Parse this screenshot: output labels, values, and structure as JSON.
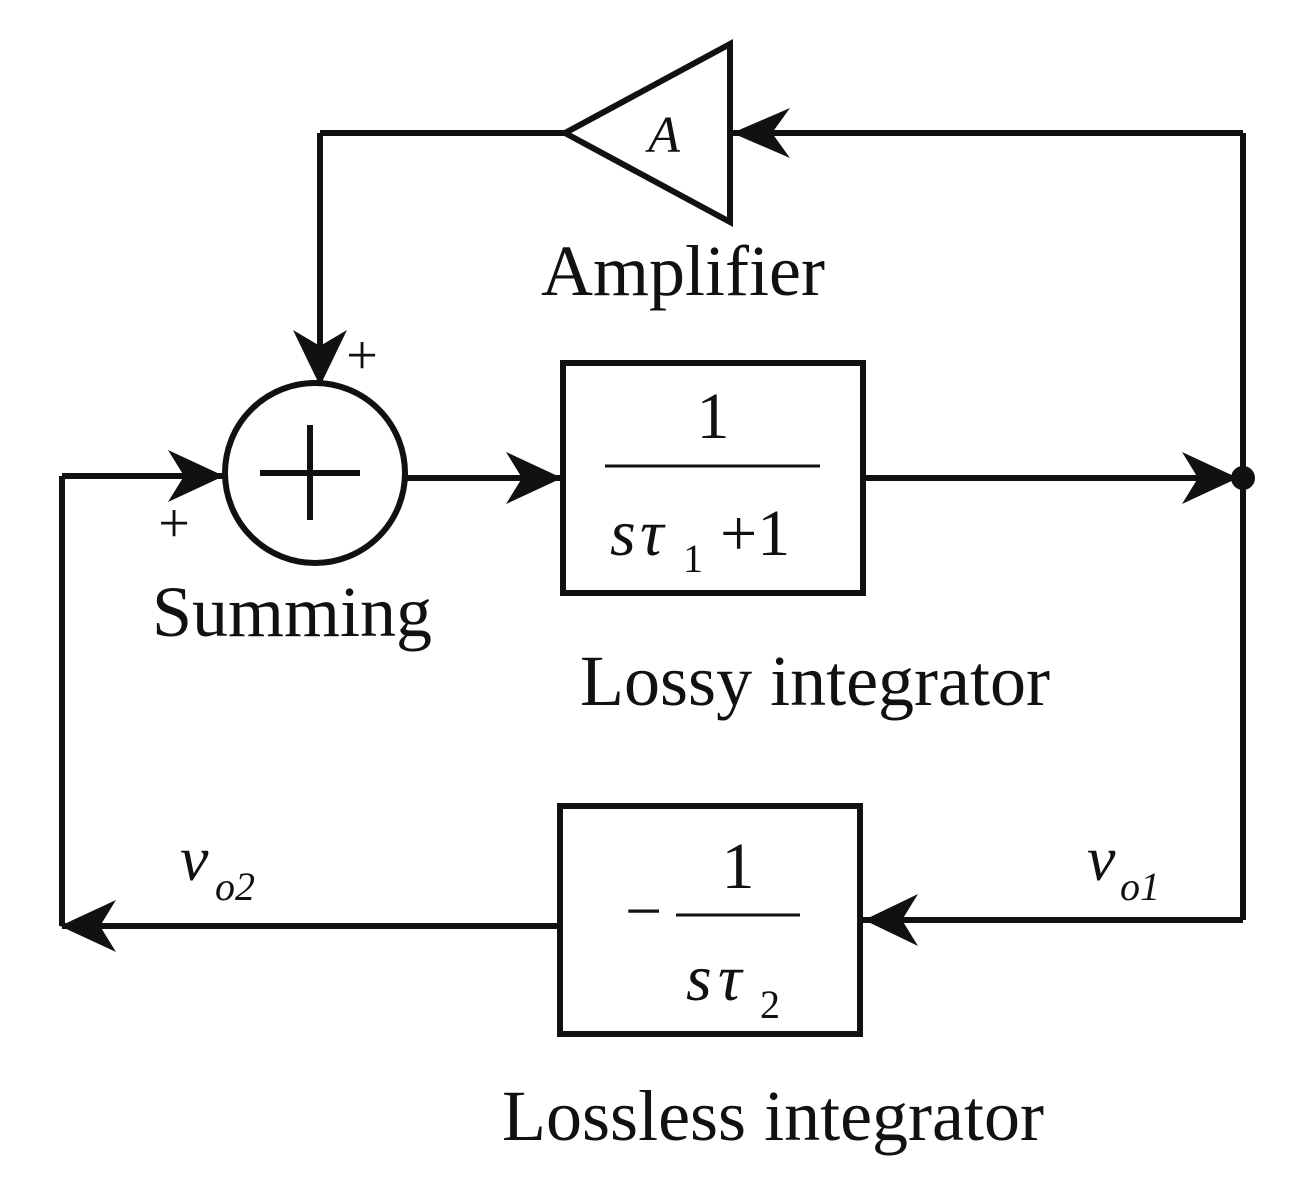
{
  "amplifier": {
    "gain_symbol": "A",
    "caption": "Amplifier"
  },
  "summing": {
    "caption": "Summing",
    "sign_top": "+",
    "sign_left": "+"
  },
  "lossy": {
    "numerator": "1",
    "den_var": "s",
    "den_tau": "τ",
    "den_sub": "1",
    "den_rest": "+1",
    "caption": "Lossy integrator"
  },
  "lossless": {
    "minus": "−",
    "numerator": "1",
    "den_var": "s",
    "den_tau": "τ",
    "den_sub": "2",
    "caption": "Lossless integrator"
  },
  "signals": {
    "vo1_var": "v",
    "vo1_sub": "o1",
    "vo2_var": "v",
    "vo2_sub": "o2"
  }
}
